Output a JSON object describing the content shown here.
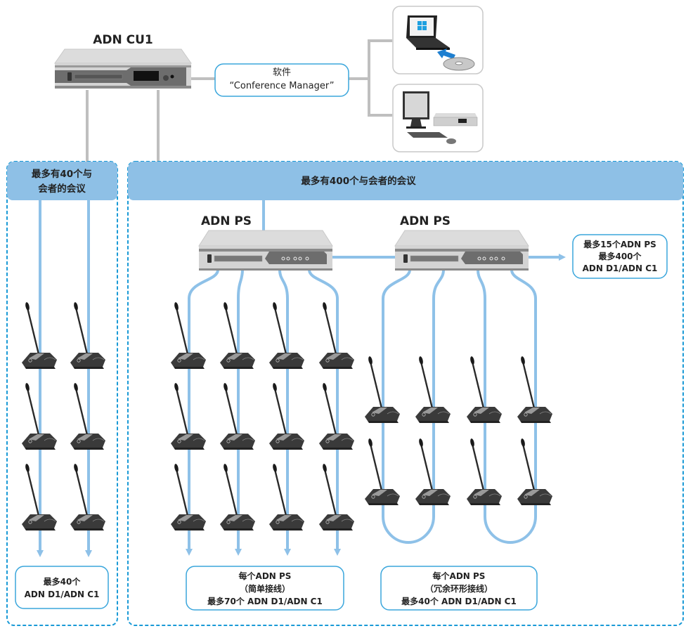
{
  "devices": {
    "central_unit": {
      "label": "ADN CU1"
    },
    "power_supply_1": {
      "label": "ADN PS"
    },
    "power_supply_2": {
      "label": "ADN PS"
    }
  },
  "software": {
    "line1": "软件",
    "line2": "“Conference Manager”"
  },
  "pc_icons": [
    {
      "name": "laptop-with-windows-and-cd"
    },
    {
      "name": "desktop-with-cu"
    }
  ],
  "zones": {
    "small": {
      "banner_line1": "最多有40个与",
      "banner_line2": "会者的会议",
      "footer_line1": "最多40个",
      "footer_line2": "ADN D1/ADN C1",
      "columns": 2,
      "units_per_column": 3
    },
    "large": {
      "banner": "最多有400个与会者的会议",
      "expansion_line1": "最多15个ADN PS",
      "expansion_line2": "最多400个",
      "expansion_line3": "ADN D1/ADN C1",
      "simple": {
        "line1": "每个ADN PS",
        "line2": "（简单接线）",
        "line3": "最多70个 ADN D1/ADN C1",
        "columns": 4,
        "units_per_column": 3
      },
      "ring": {
        "line1": "每个ADN PS",
        "line2": "（冗余环形接线）",
        "line3": "最多40个 ADN D1/ADN C1",
        "columns": 4,
        "units_per_column": 2
      }
    }
  },
  "colors": {
    "cable_blue": "#8ec1e8",
    "banner_blue": "#8ec0e6",
    "dashed_border": "#1a9ad6",
    "box_border": "#3aa6dc",
    "cable_gray": "#bfbfbf",
    "device_light": "#d9d9d9",
    "device_dark": "#6e6e6e"
  }
}
